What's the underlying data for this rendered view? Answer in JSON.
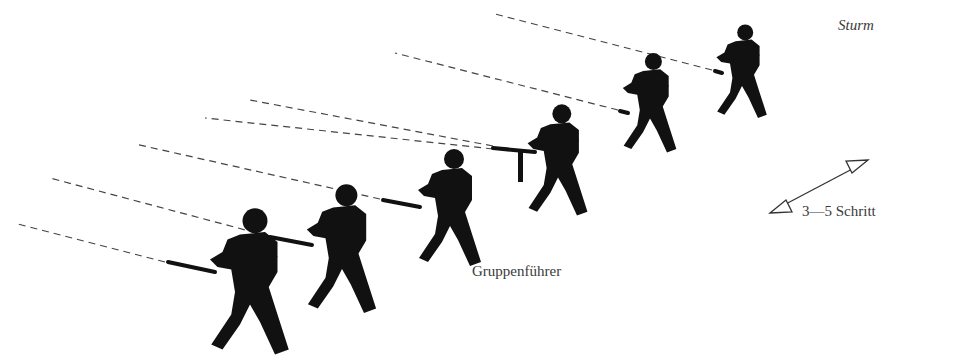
{
  "diagram": {
    "labels": [
      "Sturm",
      "3—5 Schritt",
      "Gruppenführer"
    ]
  }
}
